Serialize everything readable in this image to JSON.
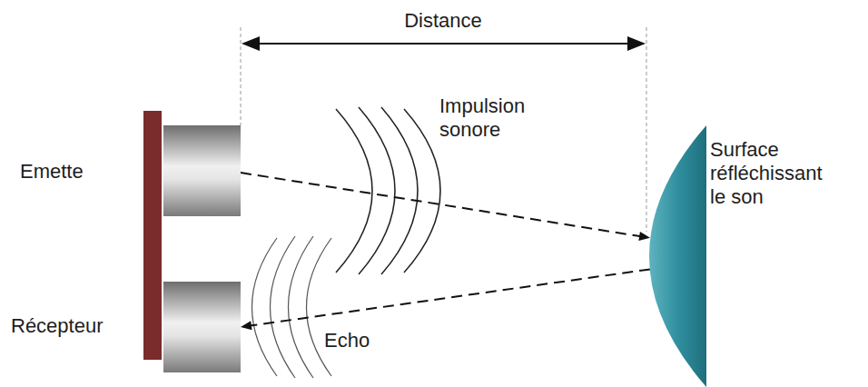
{
  "diagram": {
    "nodes": [
      {
        "text": [
          "Emette"
        ]
      },
      {
        "text": [
          "Récepteur"
        ]
      },
      {
        "text": [
          "Surface réfléchissant le son"
        ]
      }
    ],
    "edges": [
      {
        "from": 0,
        "to": 2,
        "arrow": "to"
      },
      {
        "from": 2,
        "to": 1,
        "arrow": "to"
      }
    ],
    "labels": [
      "Distance",
      "Impulsion sonore",
      "Echo"
    ]
  }
}
